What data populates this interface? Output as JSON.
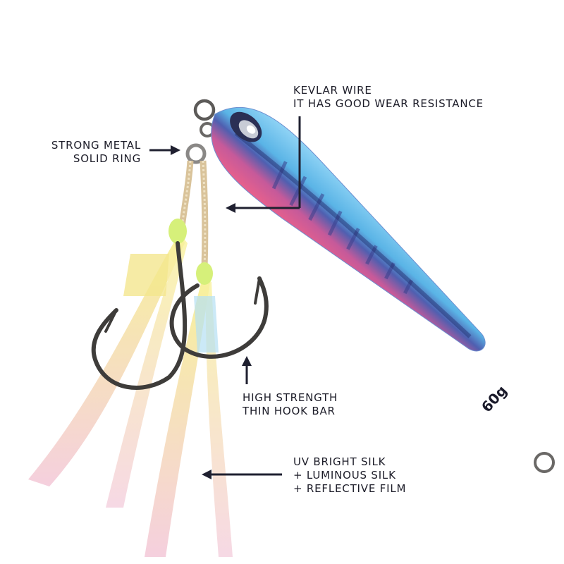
{
  "colors": {
    "text": "#1c1c28",
    "arrow": "#1f2030",
    "body_blue": "#5ab4e6",
    "body_pink": "#e05a8c",
    "silk_yellow": "#f2ec7a",
    "hook_metal": "#3e3c3a"
  },
  "jig": {
    "weight_mark": "60g"
  },
  "annotations": {
    "kevlar": {
      "line1": "KEVLAR WIRE",
      "line2": "IT HAS GOOD WEAR RESISTANCE"
    },
    "ring": {
      "line1": "STRONG METAL",
      "line2": "SOLID RING"
    },
    "hook": {
      "line1": "HIGH STRENGTH",
      "line2": "THIN HOOK BAR"
    },
    "silk": {
      "line1": "UV BRIGHT SILK",
      "line2": "+ LUMINOUS SILK",
      "line3": "+ REFLECTIVE FILM"
    }
  }
}
